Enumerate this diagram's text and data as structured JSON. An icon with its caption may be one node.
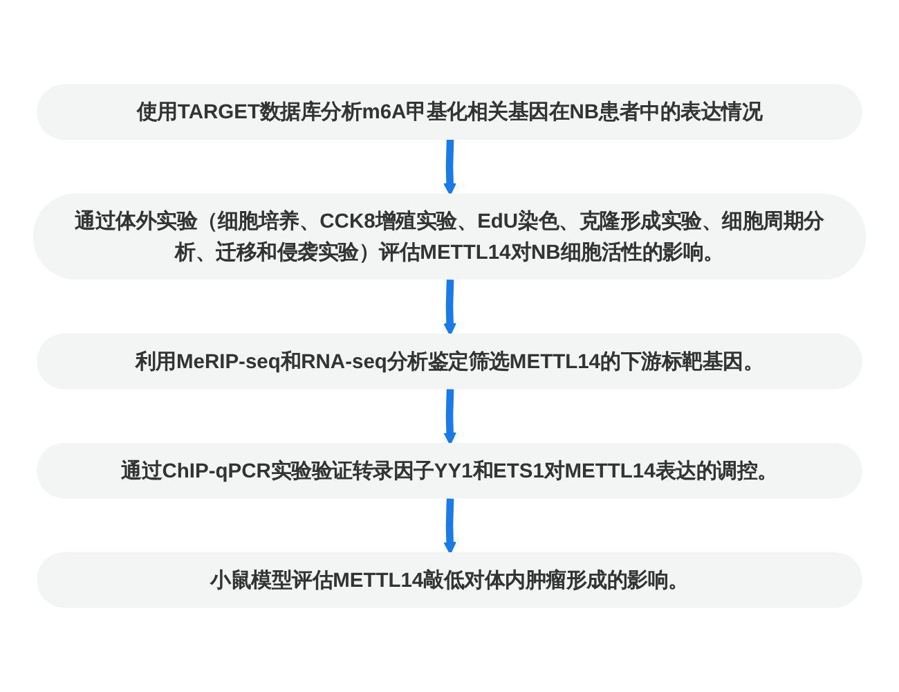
{
  "diagram": {
    "nodes": [
      {
        "text": [
          "使用TARGET数据库分析m6A甲基化相关基因在NB患者中的表达情况"
        ]
      },
      {
        "text": [
          "通过体外实验（细胞培养、CCK8增殖实验、EdU染色、克隆形成实验、细胞周期分析、迁移和侵袭实验）评估METTL14对NB细胞活性的影响。"
        ]
      },
      {
        "text": [
          "利用MeRIP-seq和RNA-seq分析鉴定筛选METTL14的下游标靶基因。"
        ]
      },
      {
        "text": [
          "通过ChIP-qPCR实验验证转录因子YY1和ETS1对METTL14表达的调控。"
        ]
      },
      {
        "text": [
          "小鼠模型评估METTL14敲低对体内肿瘤形成的影响。"
        ]
      }
    ],
    "edges": [
      {
        "from": 0,
        "to": 1,
        "arrow": "to"
      },
      {
        "from": 1,
        "to": 2,
        "arrow": "to"
      },
      {
        "from": 2,
        "to": 3,
        "arrow": "to"
      },
      {
        "from": 3,
        "to": 4,
        "arrow": "to"
      }
    ]
  }
}
